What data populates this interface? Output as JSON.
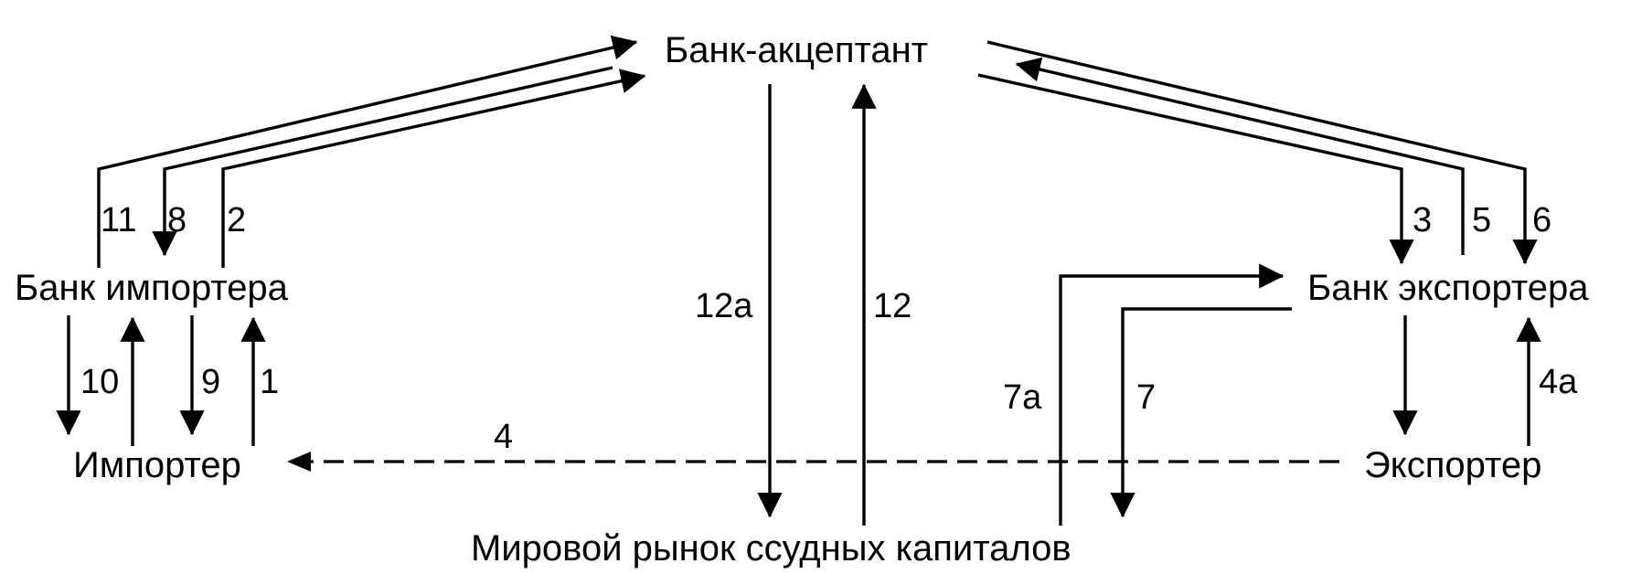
{
  "nodes": {
    "acceptor_bank": "Банк-акцептант",
    "importer_bank": "Банк импортера",
    "exporter_bank": "Банк экспортера",
    "importer": "Импортер",
    "exporter": "Экспортер",
    "loan_market": "Мировой рынок ссудных капиталов"
  },
  "labels": {
    "n11": "11",
    "n8": "8",
    "n2": "2",
    "n3": "3",
    "n5": "5",
    "n6": "6",
    "n10": "10",
    "n9": "9",
    "n1": "1",
    "n12a": "12a",
    "n12": "12",
    "n7a": "7a",
    "n7": "7",
    "n4a": "4a",
    "n4": "4"
  },
  "colors": {
    "ink": "#000000",
    "background": "#ffffff"
  }
}
